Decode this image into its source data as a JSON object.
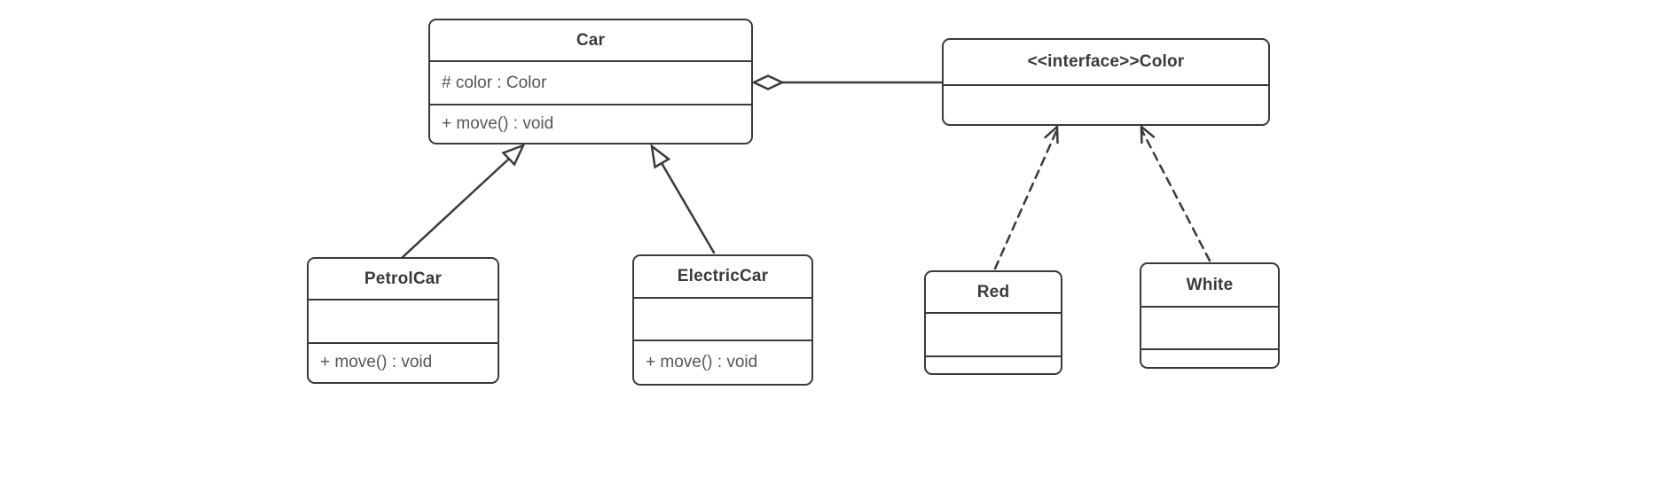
{
  "diagram": {
    "type": "uml-class-diagram",
    "classes": [
      {
        "name": "Car",
        "attributes": [
          "# color : Color"
        ],
        "methods": [
          "+ move() : void"
        ]
      },
      {
        "name": "<<interface>>Color",
        "attributes": [],
        "methods": []
      },
      {
        "name": "PetrolCar",
        "attributes": [],
        "methods": [
          "+ move() : void"
        ]
      },
      {
        "name": "ElectricCar",
        "attributes": [],
        "methods": [
          "+ move() : void"
        ]
      },
      {
        "name": "Red",
        "attributes": [],
        "methods": []
      },
      {
        "name": "White",
        "attributes": [],
        "methods": []
      }
    ],
    "relations": [
      {
        "type": "generalization",
        "from": "PetrolCar",
        "to": "Car",
        "line": "solid",
        "arrowhead": "hollow-triangle"
      },
      {
        "type": "generalization",
        "from": "ElectricCar",
        "to": "Car",
        "line": "solid",
        "arrowhead": "hollow-triangle"
      },
      {
        "type": "aggregation",
        "from": "Car",
        "to": "<<interface>>Color",
        "line": "solid",
        "marker": "hollow-diamond"
      },
      {
        "type": "realization",
        "from": "Red",
        "to": "<<interface>>Color",
        "line": "dashed",
        "arrowhead": "open"
      },
      {
        "type": "realization",
        "from": "White",
        "to": "<<interface>>Color",
        "line": "dashed",
        "arrowhead": "open"
      }
    ]
  },
  "colors": {
    "stroke": "#3a3a3a",
    "title_text": "#3a3a3a",
    "member_text": "#565656",
    "background": "#ffffff"
  }
}
